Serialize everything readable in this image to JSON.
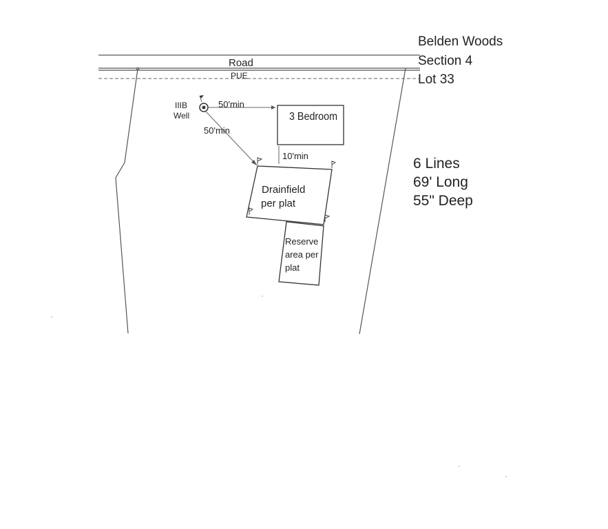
{
  "header": {
    "subdivision": "Belden Woods",
    "section": "Section 4",
    "lot": "Lot 33"
  },
  "road": {
    "road_label": "Road",
    "pue_label": "PUE"
  },
  "well": {
    "label_line1": "IIIB",
    "label_line2": "Well"
  },
  "dimensions": {
    "well_to_house": "50'min",
    "well_to_drainfield": "50'min",
    "house_to_drainfield": "10'min"
  },
  "house": {
    "label": "3 Bedroom"
  },
  "drainfield": {
    "line1": "Drainfield",
    "line2": "per plat"
  },
  "reserve": {
    "line1": "Reserve",
    "line2": "area per",
    "line3": "plat"
  },
  "specs": {
    "lines": "6 Lines",
    "length": "69' Long",
    "depth": "55\" Deep"
  }
}
